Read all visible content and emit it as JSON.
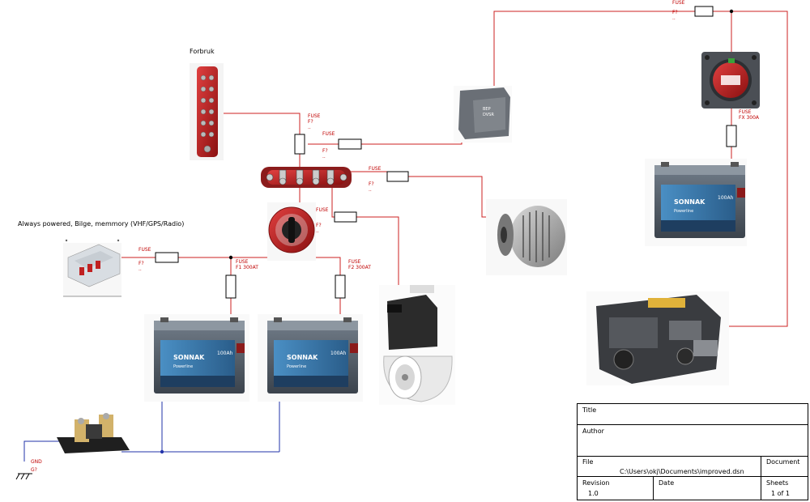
{
  "labels": {
    "forbruk": "Forbruk",
    "always_powered": "Always powered, Bilge, memmory (VHF/GPS/Radio)"
  },
  "fuses": [
    {
      "id": "fuse-top-right",
      "title": "FUSE",
      "name": "F?",
      "extra": ".."
    },
    {
      "id": "fuse-forbruk",
      "title": "FUSE",
      "name": "F?",
      "extra": ".."
    },
    {
      "id": "fuse-vsr",
      "title": "FUSE",
      "name": "F?",
      "extra": ".."
    },
    {
      "id": "fuse-alternator",
      "title": "FUSE",
      "name": "F?",
      "extra": ".."
    },
    {
      "id": "fuse-thruster",
      "title": "FUSE",
      "name": "F?",
      "extra": ".."
    },
    {
      "id": "fuse-always",
      "title": "FUSE",
      "name": "F?",
      "extra": ".."
    },
    {
      "id": "fuse-f1",
      "title": "FUSE",
      "name": "F1 300AT",
      "extra": ""
    },
    {
      "id": "fuse-f2",
      "title": "FUSE",
      "name": "F2 300AT",
      "extra": ""
    },
    {
      "id": "fuse-fx",
      "title": "FUSE",
      "name": "FX 300A",
      "extra": ""
    }
  ],
  "ground": {
    "title": "GND",
    "name": "G?"
  },
  "components": {
    "battery_brand": "SONNAK",
    "battery_sub": "Powerline",
    "battery_capacity": "100Ah",
    "vsr_brand": "BEP",
    "vsr_label": "DVSR"
  },
  "title_block": {
    "title_label": "Title",
    "title_value": "",
    "author_label": "Author",
    "author_value": "",
    "file_label": "File",
    "file_value": "C:\\Users\\okj\\Documents\\improved.dsn",
    "document_label": "Document",
    "revision_label": "Revision",
    "revision_value": "1.0",
    "date_label": "Date",
    "date_value": "",
    "sheets_label": "Sheets",
    "sheets_value": "1 of 1"
  },
  "colors": {
    "positive_wire": "#cc2222",
    "negative_wire": "#2233aa",
    "fuse_label": "#c00000"
  }
}
